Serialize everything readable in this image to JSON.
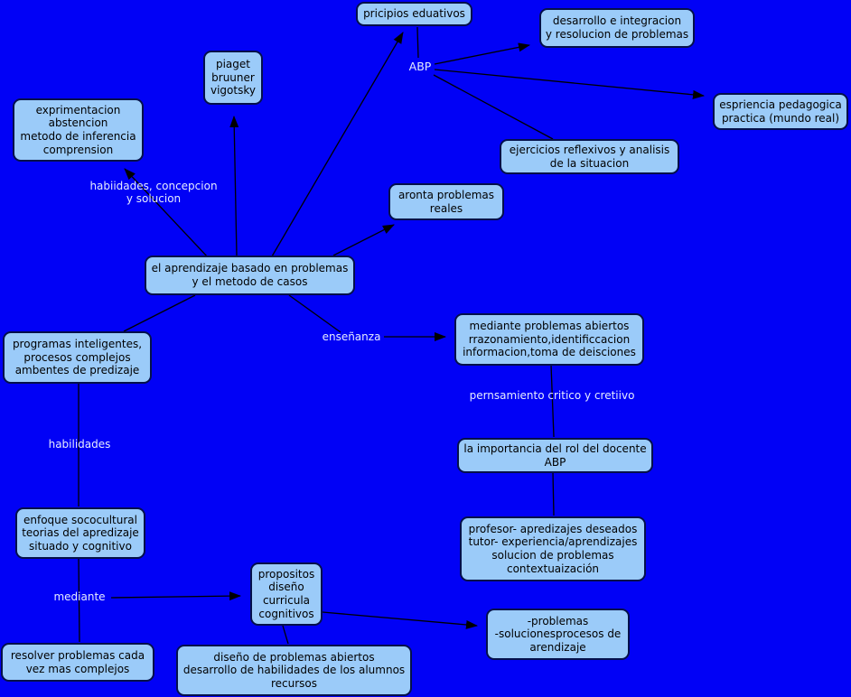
{
  "colors": {
    "background": "#0101f6",
    "node_fill": "#9bcbf9",
    "node_border": "#04104a",
    "node_text": "#000000",
    "label_text": "#e6ecff",
    "line": "#000000"
  },
  "nodes": {
    "pricipios": {
      "text": "pricipios eduativos"
    },
    "desarrollo": {
      "text": "desarrollo e integracion\ny resolucion de problemas"
    },
    "piaget": {
      "text": "piaget\nbruuner\nvigotsky"
    },
    "espriencia": {
      "text": "espriencia pedagogica\npractica (mundo real)"
    },
    "exprimentacion": {
      "text": "exprimentacion\nabstencion\nmetodo de inferencia\ncomprension"
    },
    "ejercicios": {
      "text": "ejercicios reflexivos y analisis\nde la situacion"
    },
    "aronta": {
      "text": "aronta problemas\nreales"
    },
    "central": {
      "text": "el aprendizaje basado en problemas\ny el metodo de casos"
    },
    "programas": {
      "text": "programas inteligentes,\nprocesos complejos\nambentes de predizaje"
    },
    "mediante_problemas": {
      "text": "mediante problemas abiertos\nrrazonamiento,identificcacion\ninformacion,toma de deisciones"
    },
    "importancia": {
      "text": "la importancia del rol del docente\nABP"
    },
    "profesor": {
      "text": "profesor- apredizajes deseados\ntutor- experiencia/aprendizajes\nsolucion de problemas\ncontextuaización"
    },
    "enfoque": {
      "text": "enfoque sococultural\nteorias del apredizaje\nsituado y cognitivo"
    },
    "resolver": {
      "text": "resolver problemas cada\nvez mas complejos"
    },
    "propositos": {
      "text": "propositos\ndiseño\ncurricula\ncognitivos"
    },
    "problemas_soluciones": {
      "text": "-problemas\n-solucionesprocesos de\narendizaje"
    },
    "diseno": {
      "text": "diseño de problemas abiertos\ndesarrollo de habilidades de los alumnos\nrecursos"
    }
  },
  "labels": {
    "abp": {
      "text": "ABP"
    },
    "habiidades": {
      "text": "habiidades, concepcion\ny solucion"
    },
    "ensenanza": {
      "text": "enseñanza"
    },
    "pernsamiento": {
      "text": "pernsamiento critico y cretiivo"
    },
    "habilidades": {
      "text": "habilidades"
    },
    "mediante": {
      "text": "mediante"
    }
  }
}
